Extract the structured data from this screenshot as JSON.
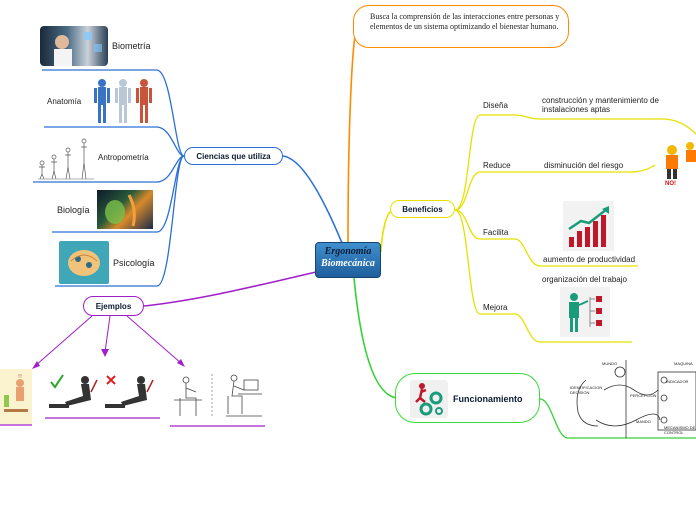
{
  "central": {
    "line1": "Ergonomía",
    "line2": "Biomecánica"
  },
  "top_note": {
    "text": "Busca la comprensión de las interacciones entre personas y elementos de un sistema  optimizando el bienestar humano."
  },
  "ciencias": {
    "label": "Ciencias que utiliza",
    "items": [
      "Biometría",
      "Anatomía",
      "Antropometría",
      "Biología",
      "Psicología"
    ]
  },
  "ejemplos": {
    "label": "Ejemplos"
  },
  "beneficios": {
    "label": "Beneficios",
    "items": [
      {
        "verb": "Diseña",
        "detail": "construcción y mantenimiento de instalaciones aptas"
      },
      {
        "verb": "Reduce",
        "detail": "disminución del riesgo"
      },
      {
        "verb": "Facilita",
        "detail": "aumento de productividad"
      },
      {
        "verb": "Mejora",
        "detail": "organización del trabajo"
      }
    ]
  },
  "funcionamiento": {
    "label": "Funcionamiento",
    "diagram_labels": [
      "MUNDO",
      "MAQUINA",
      "INDICADOR",
      "IDENTIFICACION DECISION",
      "PERCEPCION",
      "MANDO",
      "MECANISMO DE CONTROL"
    ]
  },
  "safety_badge": "NO!",
  "colors": {
    "blue": "#2a6fd6",
    "orange": "#ff8a00",
    "yellow": "#e8e000",
    "green": "#35d235",
    "purple": "#a020c8"
  }
}
